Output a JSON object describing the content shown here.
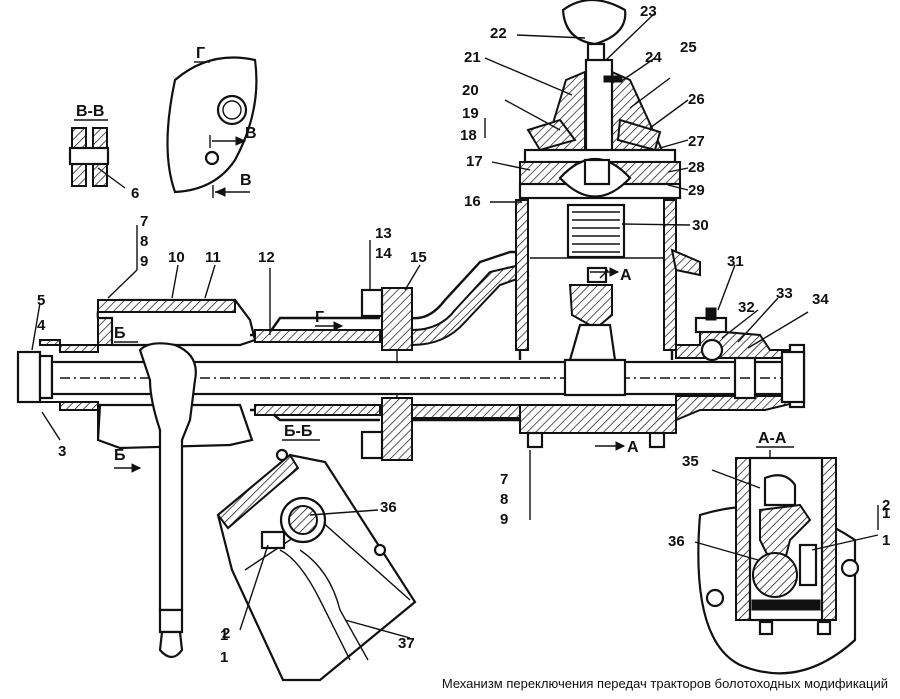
{
  "caption": "Механизм переключения передач тракторов болотоходных модификаций",
  "section_labels": {
    "g": "Г",
    "vv": "В-В",
    "bb": "Б-Б",
    "aa": "А-А",
    "a": "А",
    "b": "Б",
    "v": "В"
  },
  "callouts": {
    "n1": "1",
    "n2": "2",
    "n3": "3",
    "n4": "4",
    "n5": "5",
    "n6": "6",
    "n7": "7",
    "n8": "8",
    "n9": "9",
    "n10": "10",
    "n11": "11",
    "n12": "12",
    "n13": "13",
    "n14": "14",
    "n15": "15",
    "n16": "16",
    "n17": "17",
    "n18": "18",
    "n19": "19",
    "n20": "20",
    "n21": "21",
    "n22": "22",
    "n23": "23",
    "n24": "24",
    "n25": "25",
    "n26": "26",
    "n27": "27",
    "n28": "28",
    "n29": "29",
    "n30": "30",
    "n31": "31",
    "n32": "32",
    "n33": "33",
    "n34": "34",
    "n35": "35",
    "n36": "36",
    "n37": "37"
  }
}
